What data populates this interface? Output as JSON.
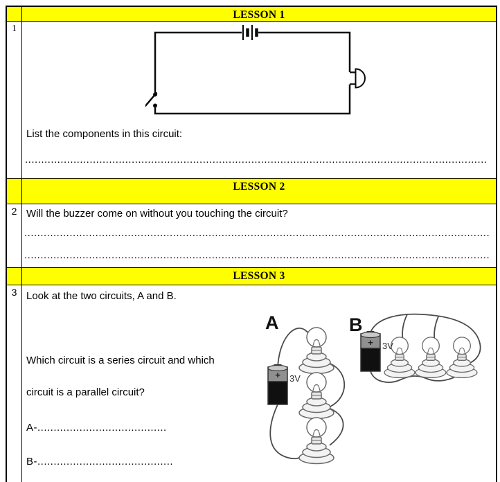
{
  "colors": {
    "header_bg": "#ffff00",
    "border": "#000000",
    "text": "#000000",
    "wire": "#1a1a1a",
    "drawing_wire": "#4a4a4a",
    "battery_black": "#101010",
    "battery_gray": "#909090"
  },
  "sections": [
    {
      "header": "LESSON 1",
      "number": "1",
      "diagram": "circuit with battery, buzzer and open switch",
      "prompt": "List the components in this circuit:",
      "answer_line": "...................................................................................................................................................................."
    },
    {
      "header": "LESSON 2",
      "number": "2",
      "prompt": "Will the buzzer come on without you touching the circuit?",
      "answer_line_1": "....................................................................................................................................................................",
      "answer_line_2": "...................................................................................................................................................................."
    },
    {
      "header": "LESSON 3",
      "number": "3",
      "prompt": "Look at the two circuits, A and B.",
      "question_line_1": "Which circuit is a series circuit and which",
      "question_line_2": "circuit is a parallel circuit?",
      "answer_a": "A-........................................",
      "answer_b": "B-..........................................",
      "circuit_a": {
        "label": "A",
        "battery_voltage": "3V",
        "battery_plus": "+"
      },
      "circuit_b": {
        "label": "B",
        "battery_voltage": "3V",
        "battery_plus": "+"
      }
    }
  ]
}
